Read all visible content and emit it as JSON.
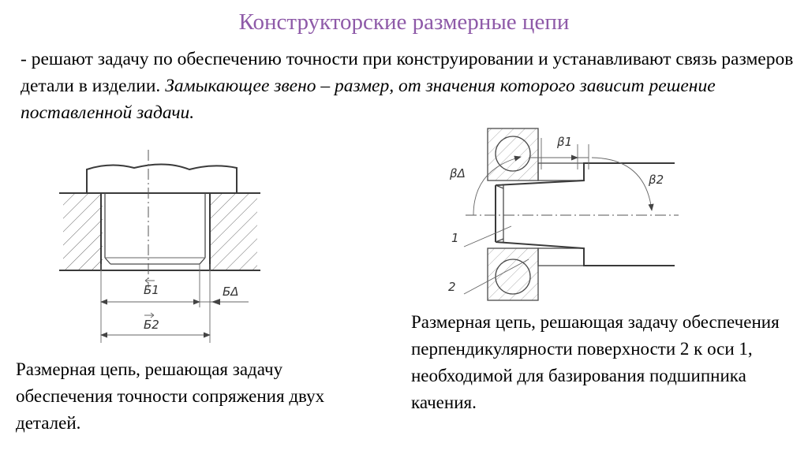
{
  "slide": {
    "title": "Конструкторские размерные цепи",
    "intro_plain": "- решают задачу по обеспечению точности при конструировании и устанавливают связь размеров детали в изделии. ",
    "intro_italic": "Замыкающее звено – размер, от значения которого зависит решение поставленной задачи."
  },
  "left_figure": {
    "label_b1": "Б1",
    "label_b2": "Б2",
    "label_bdelta": "БΔ",
    "caption": "Размерная цепь, решающая задачу обеспечения точности сопряжения двух деталей."
  },
  "right_figure": {
    "label_beta1": "β1",
    "label_beta2": "β2",
    "label_betadelta": "βΔ",
    "label_axis": "1",
    "label_surface": "2",
    "caption": "Размерная цепь, решающая задачу обеспечения перпендикулярности поверхности 2 к оси 1, необходимой для базирования подшипника качения."
  }
}
